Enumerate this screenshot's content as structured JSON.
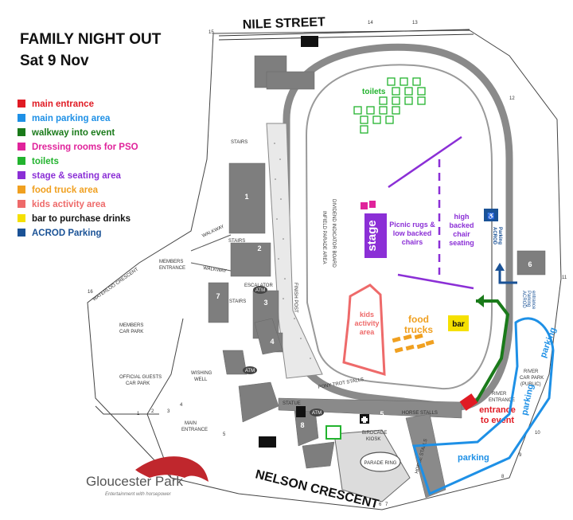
{
  "header": {
    "title": "FAMILY NIGHT OUT",
    "date": "Sat 9 Nov"
  },
  "colors": {
    "red": "#e01b24",
    "blue": "#1e90e6",
    "green": "#1a7a1a",
    "magenta": "#e0239b",
    "lime": "#22b32e",
    "purple": "#8b2fd6",
    "orange": "#f0a020",
    "salmon": "#ee6a6a",
    "yellow": "#f5e000",
    "navy": "#1a5296"
  },
  "legend": [
    {
      "label": "main entrance",
      "color": "#e01b24"
    },
    {
      "label": "main parking area",
      "color": "#1e90e6"
    },
    {
      "label": "walkway into event",
      "color": "#1a7a1a"
    },
    {
      "label": "Dressing rooms for PSO",
      "color": "#e0239b"
    },
    {
      "label": "toilets",
      "color": "#22b32e"
    },
    {
      "label": "stage & seating area",
      "color": "#8b2fd6"
    },
    {
      "label": "food truck area",
      "color": "#f0a020"
    },
    {
      "label": "kids activity area",
      "color": "#ee6a6a"
    },
    {
      "label": "bar to purchase drinks",
      "color": "#f5e000",
      "text_color": "#111111"
    },
    {
      "label": "ACROD Parking",
      "color": "#1a5296"
    }
  ],
  "roads": {
    "nile": "NILE STREET",
    "nelson": "NELSON CRESCENT",
    "waterloo": "WATERLOO CRESCENT"
  },
  "features": {
    "toilets": "toilets",
    "stage": "stage",
    "picnic": [
      "Picnic rugs &",
      "low backed",
      "chairs"
    ],
    "high_backed": [
      "high",
      "backed",
      "chair",
      "seating"
    ],
    "kids": [
      "kids",
      "activity",
      "area"
    ],
    "food": [
      "food",
      "trucks"
    ],
    "bar": "bar",
    "entrance": [
      "entrance",
      "to event"
    ],
    "parking_1": "parking",
    "parking_2": "parking",
    "parking_3": "parking",
    "acrod": "ACROD Parking"
  },
  "labels": {
    "stairs": "STAIRS",
    "walkway": "WALKWAY",
    "members_entrance": [
      "MEMBERS",
      "ENTRANCE"
    ],
    "members_car_park": [
      "MEMBERS",
      "CAR PARK"
    ],
    "official_guests": [
      "OFFICIAL GUESTS",
      "CAR PARK"
    ],
    "wishing_well": [
      "WISHING",
      "WELL"
    ],
    "main_entrance": [
      "MAIN",
      "ENTRANCE"
    ],
    "river_entrance": [
      "RIVER",
      "ENTRANCE"
    ],
    "river_car_park": [
      "RIVER",
      "CAR PARK",
      "(PUBLIC)"
    ],
    "statue": "STATUE",
    "birdcage": [
      "BIRDCAGE",
      "KIOSK"
    ],
    "pony_trot": "PONY TROT STALLS",
    "horse_stalls": "HORSE STALLS",
    "horse_stalls_2": "HORSE STALLS",
    "escalator": "ESCALATOR",
    "dividend_board": "DIVIDEND INDICATOR BOARD",
    "infield_parade": "INFIELD PARADE AREA",
    "parade_ring": "PARADE RING",
    "atm": "ATM",
    "acrod_parking_side": [
      "ACROD",
      "Parking"
    ],
    "acrod_parking_ent": [
      "ACROD",
      "Parking",
      "entrance"
    ],
    "finish_post": "FINISH POST"
  },
  "buildings": [
    "1",
    "2",
    "3",
    "4",
    "5",
    "6",
    "7",
    "8"
  ],
  "gate_numbers": [
    "15",
    "14",
    "13",
    "12",
    "11",
    "10",
    "9",
    "8",
    "7",
    "6",
    "5",
    "4",
    "3",
    "2",
    "1",
    "16"
  ],
  "logo": {
    "name": "Gloucester Park",
    "tagline": "Entertainment with horsepower"
  }
}
